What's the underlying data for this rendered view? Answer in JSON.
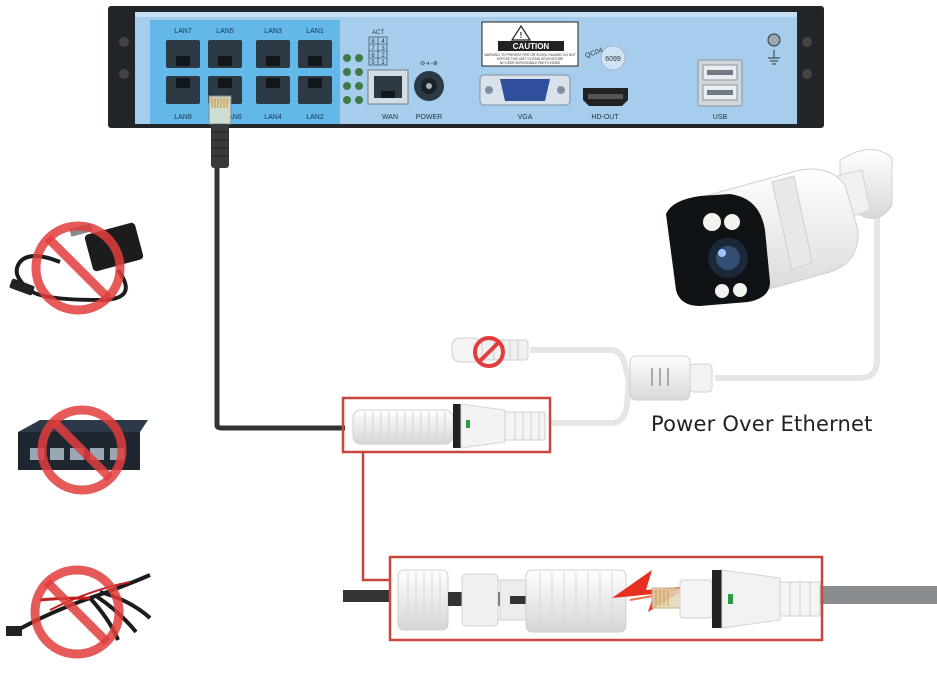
{
  "nvr": {
    "lan_top": [
      "LAN7",
      "LAN5",
      "LAN3",
      "LAN1"
    ],
    "lan_bottom": [
      "LAN8",
      "LAN6",
      "LAN4",
      "LAN2"
    ],
    "act_label": "ACT",
    "act_grid": [
      "8",
      "4",
      "7",
      "3",
      "6",
      "2",
      "5",
      "1"
    ],
    "wan_label": "WAN",
    "power_label": "POWER",
    "vga_label": "VGA",
    "hdout_label": "HD-OUT",
    "usb_label": "USB",
    "caution_label": "CAUTION",
    "caution_lines": [
      "WARNING: TO PREVENT FIRE OR SHOCK HAZARD, DO NOT",
      "EXPOSE THIS UNIT TO RAIN OR MOISTURE",
      "NO USER SERVICEABLE PARTS INSIDE"
    ],
    "cert_1": "QC04",
    "cert_2": "6099"
  },
  "caption": "Power Over Ethernet",
  "colors": {
    "nvr_panel": "#a7cdec",
    "nvr_frame": "#22262b",
    "lan_highlight": "#5cb6ea",
    "cable_dark": "#333333",
    "cable_grey": "#8a8d90",
    "cable_white": "#e6e6e6",
    "box_red": "#c9463f",
    "prohibit_red": "#e23d3d",
    "spark_red": "#e63020"
  },
  "icons": [
    "power-adapter-icon",
    "network-switch-icon",
    "power-splitter-cable-icon",
    "prohibited-icon",
    "camera-icon",
    "spark-icon"
  ]
}
